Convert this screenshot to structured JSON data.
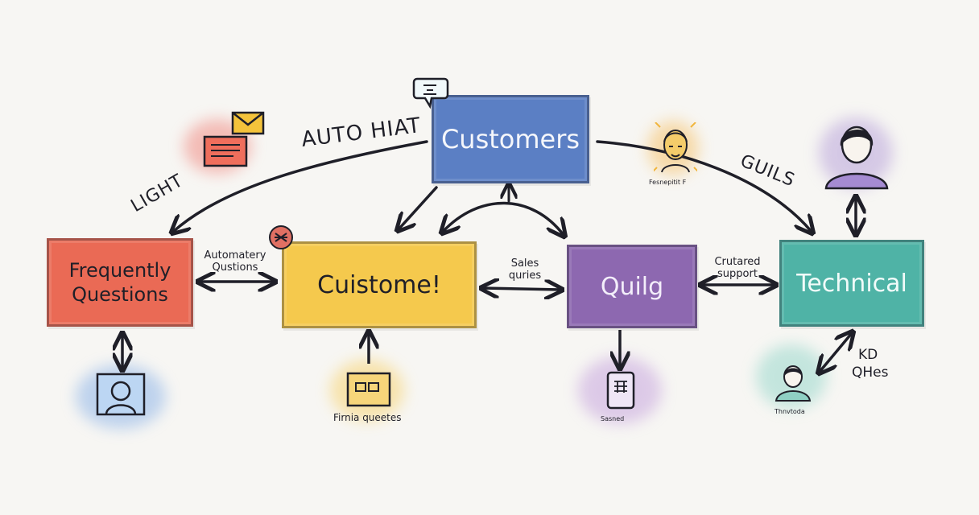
{
  "nodes": {
    "customers": "Customers",
    "faq": "Frequently Questions",
    "customer": "Cuistome!",
    "quilg": "Quilg",
    "technical": "Technical"
  },
  "labels": {
    "auto_hiat": "AUTO HIAT",
    "light": "LIGHT",
    "guils": "GUILS",
    "automatery_1": "Automatery",
    "automatery_2": "Qustions",
    "sales_1": "Sales",
    "sales_2": "quries",
    "curated_1": "Crutared",
    "curated_2": "support",
    "kd_1": "KD",
    "kd_2": "QHes",
    "firma": "Firnia queetes",
    "avatar_caption": "Fesnepitit F",
    "saned": "Sasned",
    "thanks": "Thnvtoda"
  },
  "colors": {
    "customers": "#5b7fc4",
    "faq": "#ea6a55",
    "customer": "#f5c94d",
    "quilg": "#8d68b0",
    "technical": "#4fb3a6",
    "ink": "#1f1f28"
  },
  "icons": [
    "chat-bubble-icon",
    "envelope-icon",
    "document-icon",
    "badge-icon",
    "face-icon",
    "person-icon",
    "portrait-icon",
    "board-icon",
    "tablet-icon",
    "agent-icon"
  ]
}
